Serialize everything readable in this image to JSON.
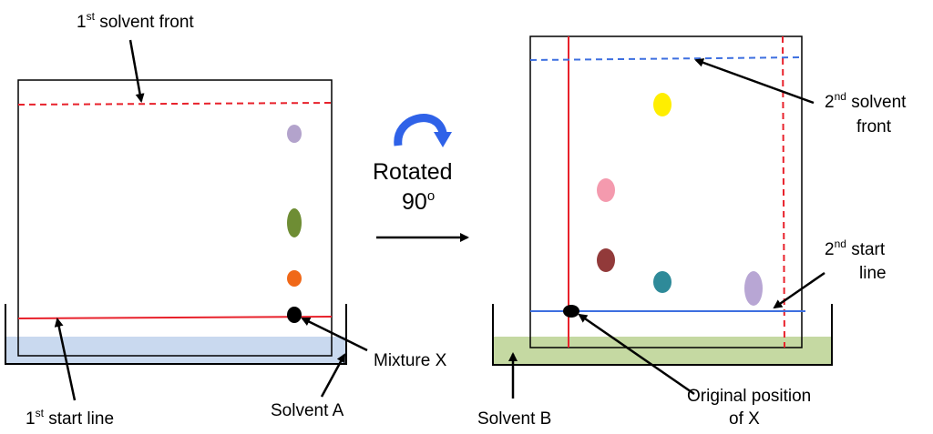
{
  "labels": {
    "first_front_prefix": "1",
    "first_front_sup": "st",
    "first_front_rest": " solvent front",
    "first_start_prefix": "1",
    "first_start_sup": "st",
    "first_start_rest": " start line",
    "solvent_a": "Solvent A",
    "mixture_x": "Mixture X",
    "rotated_line1": "Rotated",
    "rotated_line2": "90",
    "rotated_sup": "o",
    "second_front_prefix": "2",
    "second_front_sup": "nd",
    "second_front_rest": " solvent",
    "second_front_line2": "front",
    "second_start_prefix": "2",
    "second_start_sup": "nd",
    "second_start_rest": " start",
    "second_start_line2": "line",
    "solvent_b": "Solvent B",
    "original_line1": "Original position",
    "original_line2": "of X"
  },
  "colors": {
    "solvent_a": "#c9d9ef",
    "solvent_b": "#c5d9a2",
    "red_line": "#e8212b",
    "blue_line": "#3d6fe0",
    "rotate_arrow": "#2f62e8"
  },
  "spots_first": [
    {
      "name": "spot-lavender",
      "color": "#b3a3cc"
    },
    {
      "name": "spot-green",
      "color": "#6e8d34"
    },
    {
      "name": "spot-orange",
      "color": "#f06818"
    },
    {
      "name": "spot-black",
      "color": "#000000"
    }
  ],
  "spots_second": [
    {
      "name": "spot-yellow",
      "color": "#ffee00"
    },
    {
      "name": "spot-pink",
      "color": "#f49aae"
    },
    {
      "name": "spot-maroon",
      "color": "#923a3a"
    },
    {
      "name": "spot-teal",
      "color": "#2e8a99"
    },
    {
      "name": "spot-lavender",
      "color": "#b8a6d4"
    },
    {
      "name": "spot-black",
      "color": "#000000"
    }
  ]
}
